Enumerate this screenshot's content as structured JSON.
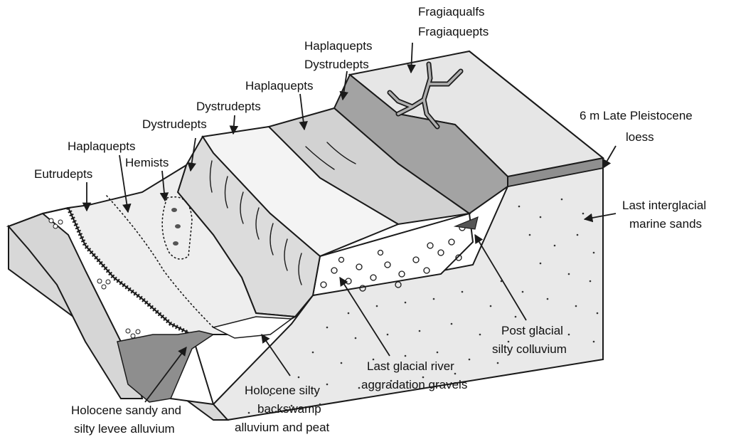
{
  "colors": {
    "surface_light": "#e6e6e6",
    "surface_mid": "#cfcfcf",
    "surface_dark": "#9c9c9c",
    "valley_white": "#ffffff",
    "sand": "#e9e9e9",
    "outline": "#1a1a1a"
  },
  "labels": {
    "fragiaqualfs": "Fragiaqualfs",
    "fragiaquepts": "Fragiaquepts",
    "haplaquepts_top": "Haplaquepts",
    "dystrudepts_top": "Dystrudepts",
    "haplaquepts_mid": "Haplaquepts",
    "dystrudepts_mid": "Dystrudepts",
    "dystrudepts_low": "Dystrudepts",
    "haplaquepts_left": "Haplaquepts",
    "hemists": "Hemists",
    "eutrudepts": "Eutrudepts",
    "loess_1": "6 m Late Pleistocene",
    "loess_2": "loess",
    "marine_1": "Last interglacial",
    "marine_2": "marine sands",
    "colluvium_1": "Post glacial",
    "colluvium_2": "silty colluvium",
    "gravels_1": "Last glacial river",
    "gravels_2": "aggradation gravels",
    "backswamp_1": "Holocene silty",
    "backswamp_2": "backswamp",
    "backswamp_3": "alluvium and peat",
    "levee_1": "Holocene sandy and",
    "levee_2": "silty levee alluvium"
  }
}
